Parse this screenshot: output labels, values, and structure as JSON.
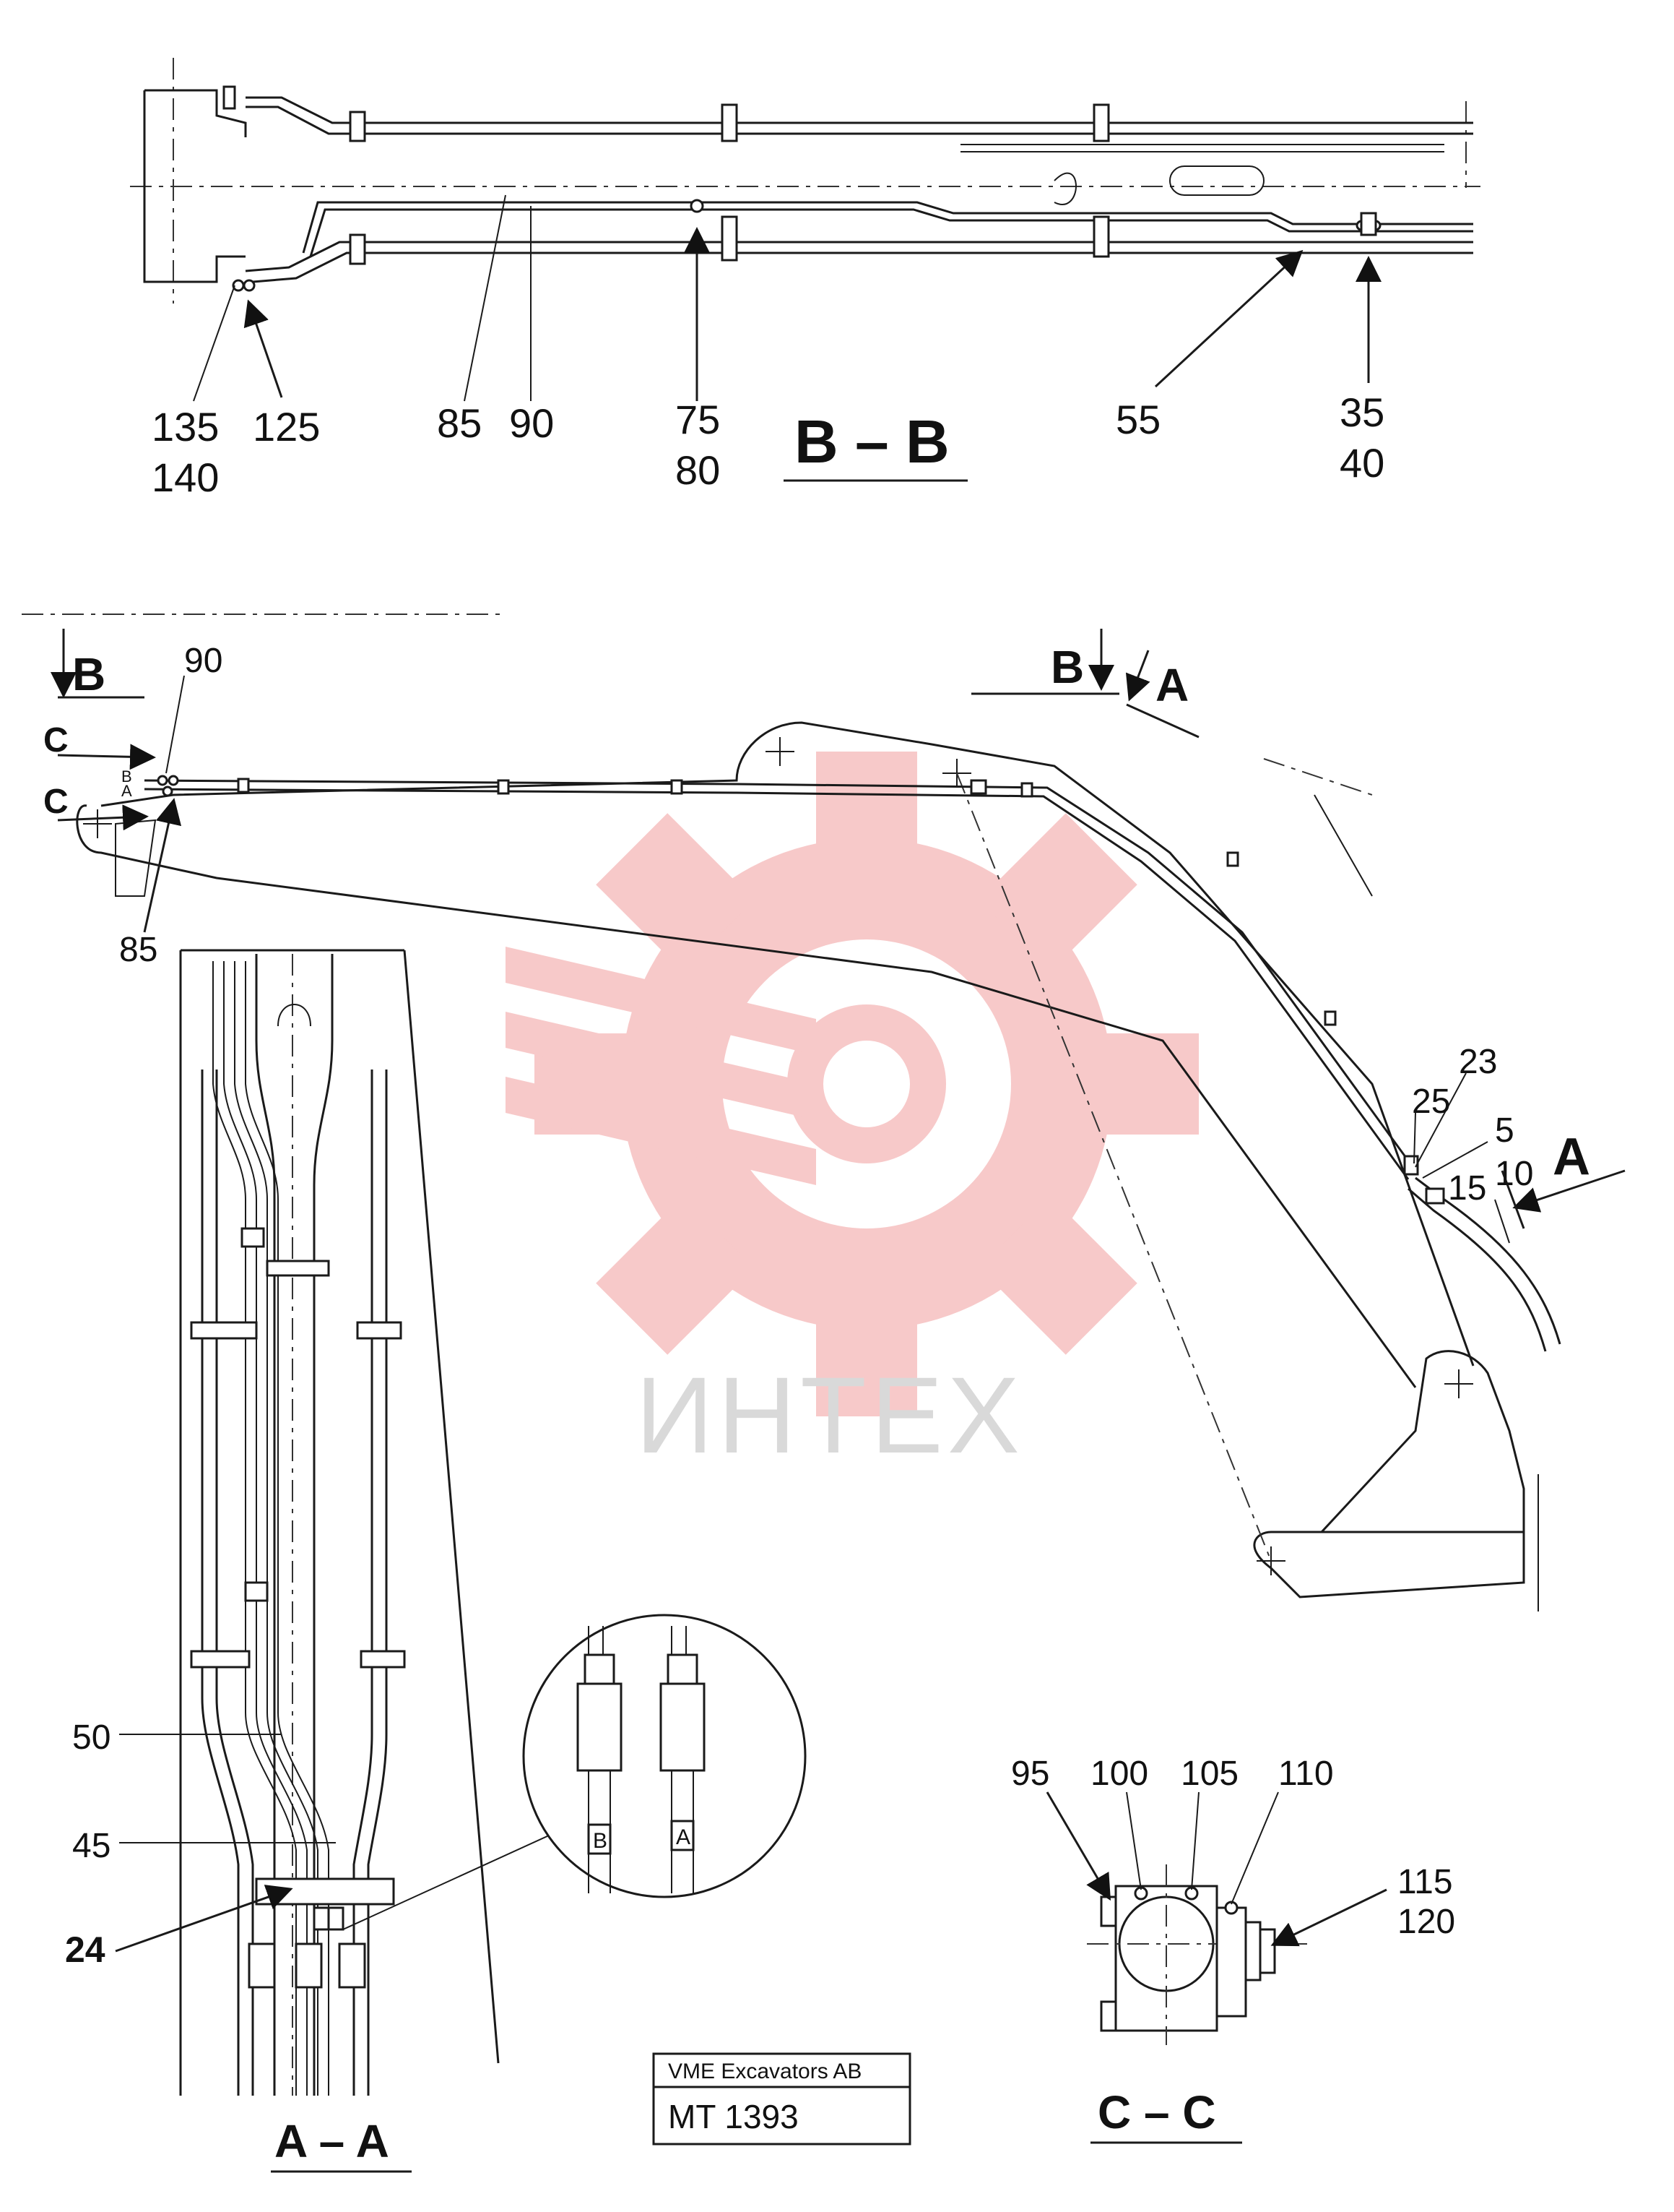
{
  "watermark": {
    "text": "ИНТЕХ",
    "gear_color": "#f7c9c9",
    "text_color": "#d9d9d9"
  },
  "section_bb": {
    "title": "B – B",
    "labels": {
      "l135": "135",
      "l140": "140",
      "l125": "125",
      "l85": "85",
      "l90": "90",
      "l75": "75",
      "l80": "80",
      "l55": "55",
      "l35": "35",
      "l40": "40"
    }
  },
  "side_view": {
    "marks": {
      "b_left": "B",
      "b_top": "B",
      "a_top": "A",
      "a_right": "A",
      "c1": "C",
      "c2": "C"
    },
    "labels": {
      "l90": "90",
      "l85": "85",
      "l25": "25",
      "l23": "23",
      "l5": "5",
      "l10": "10",
      "l15": "15",
      "small_b": "B",
      "small_a": "A"
    }
  },
  "section_aa": {
    "title": "A – A",
    "labels": {
      "l50": "50",
      "l45": "45",
      "l24": "24"
    },
    "detail": {
      "hose_b": "B",
      "hose_a": "A"
    }
  },
  "section_cc": {
    "title": "C – C",
    "labels": {
      "l95": "95",
      "l100": "100",
      "l105": "105",
      "l110": "110",
      "l115": "115",
      "l120": "120"
    }
  },
  "title_block": {
    "company": "VME Excavators AB",
    "drawing_no": "MT 1393"
  }
}
